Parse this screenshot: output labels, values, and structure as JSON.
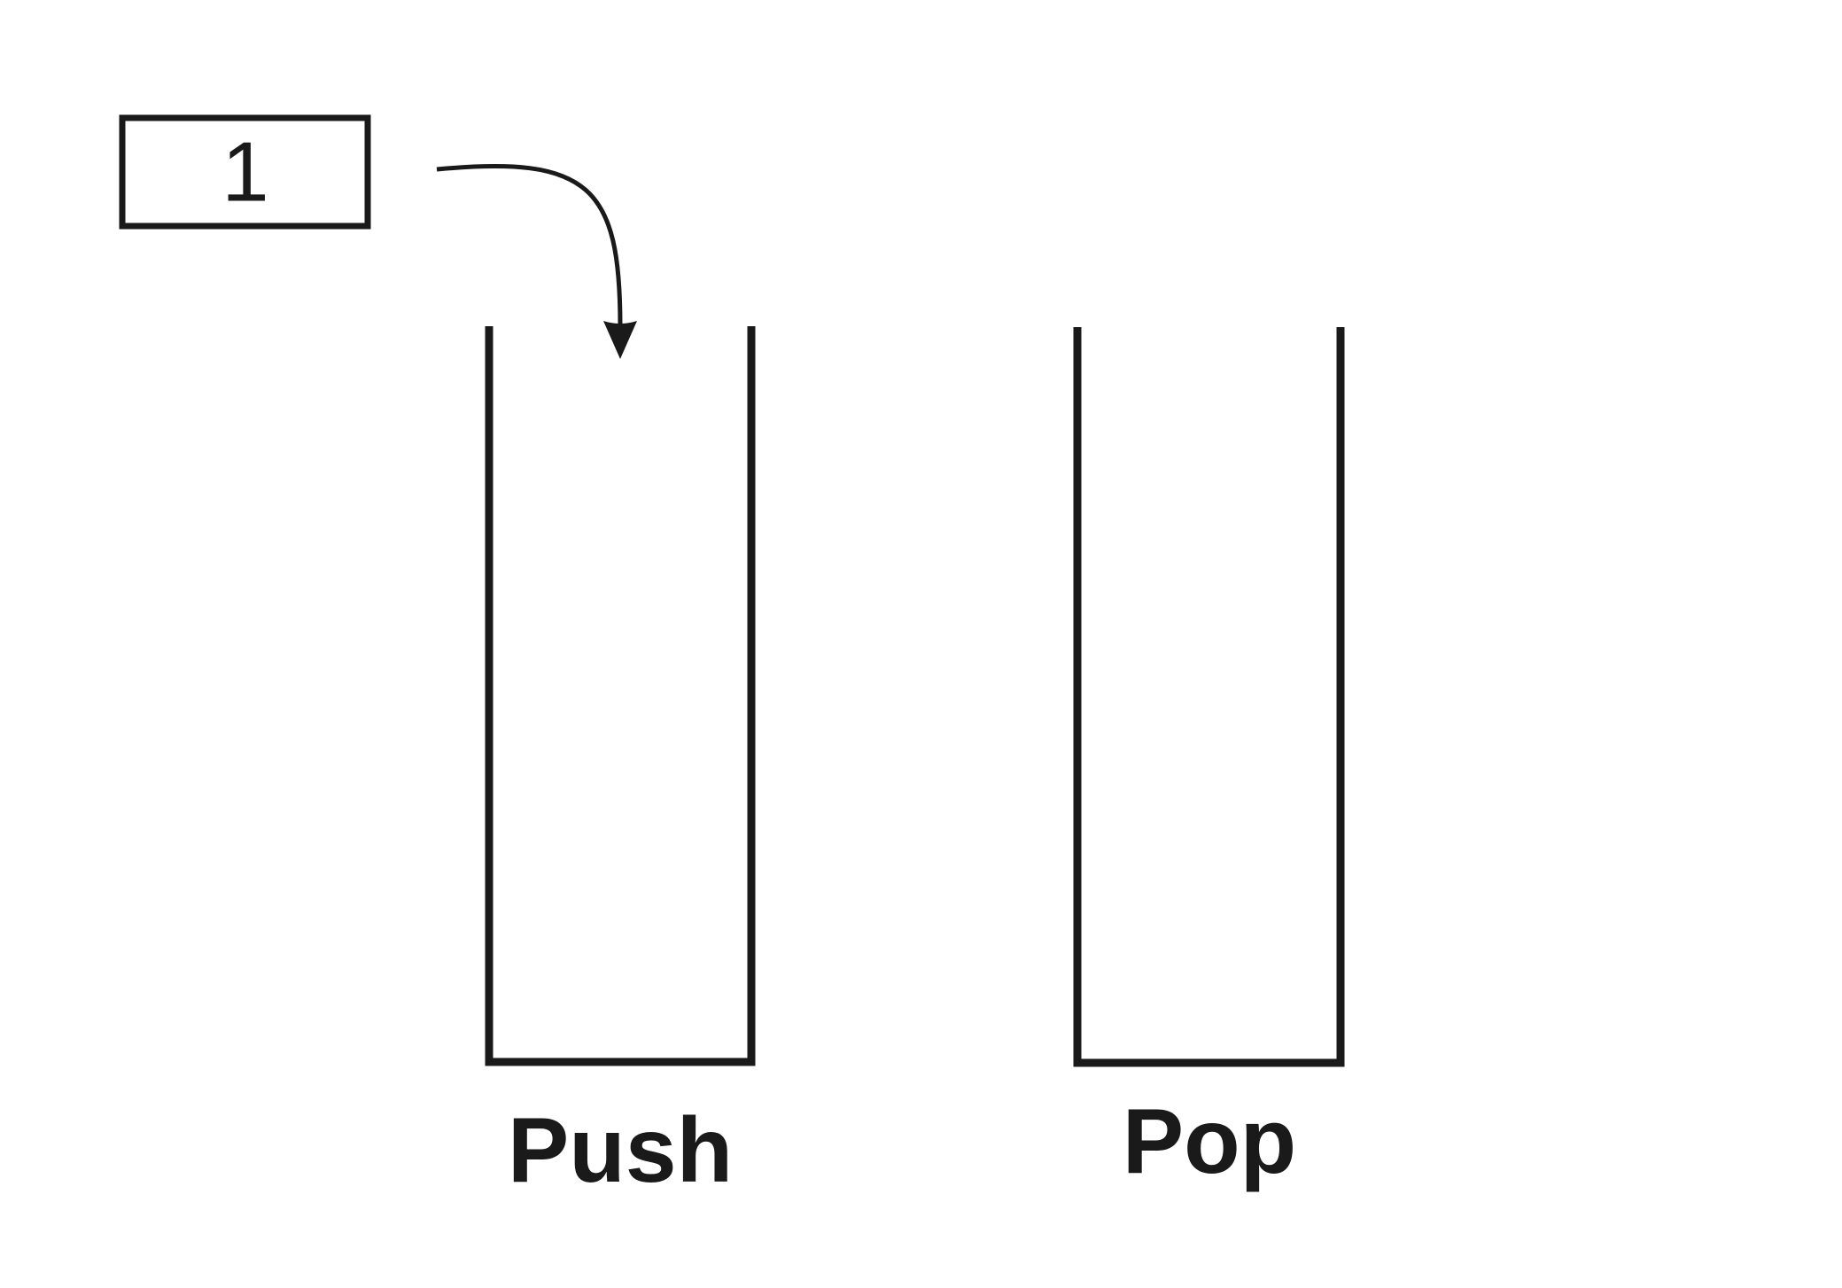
{
  "element": {
    "value": "1"
  },
  "stacks": [
    {
      "label": "Push"
    },
    {
      "label": "Pop"
    }
  ],
  "colors": {
    "stroke": "#1a1a1a",
    "background": "#ffffff"
  }
}
